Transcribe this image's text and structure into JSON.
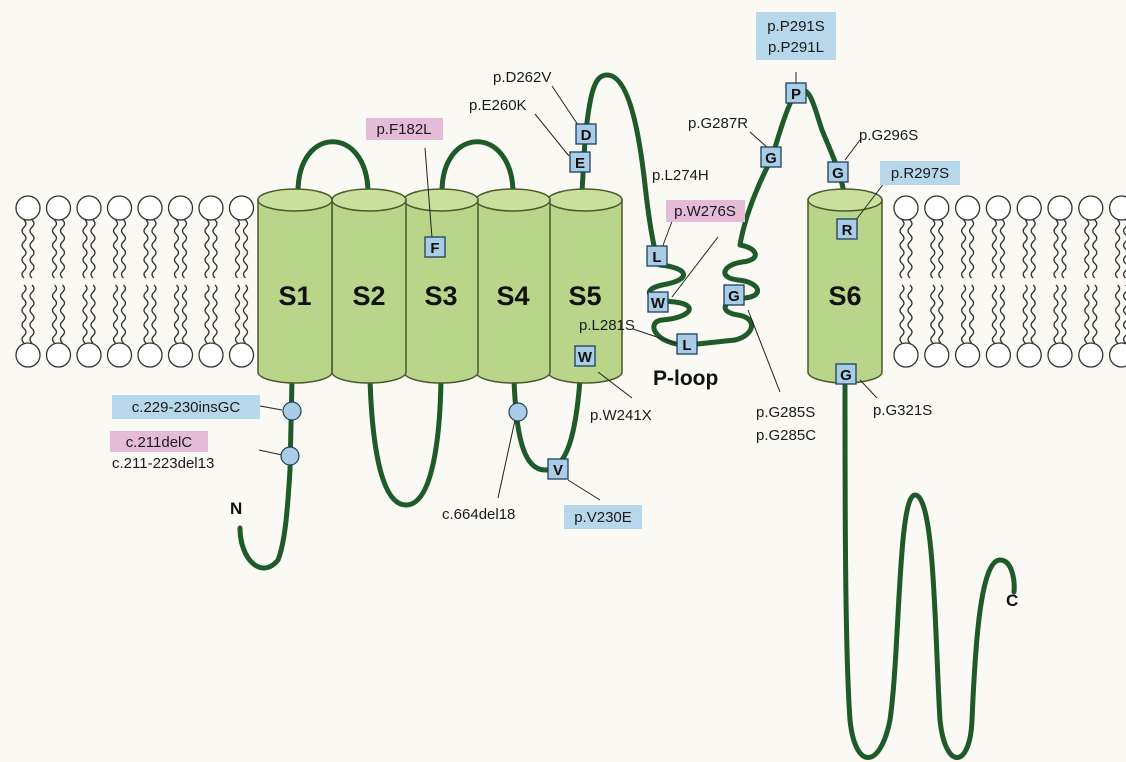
{
  "colors": {
    "background": "#faf9f4",
    "helix_fill": "#b9d58a",
    "helix_stroke": "#4a5a2a",
    "backbone": "#1e5a2a",
    "lipid_head": "#ffffff",
    "residue_box": "#a9cde6",
    "mutation_blue": "#b7d8ea",
    "mutation_pink": "#e4bcd7",
    "variant_dot": "#a9cde6"
  },
  "segments": [
    "S1",
    "S2",
    "S3",
    "S4",
    "S5",
    "S6"
  ],
  "regions": {
    "p_loop": "P-loop"
  },
  "termini": {
    "n": "N",
    "c": "C"
  },
  "residues": {
    "f182": "F",
    "d262": "D",
    "e260": "E",
    "l274": "L",
    "w276": "W",
    "l281": "L",
    "w241": "W",
    "v230": "V",
    "g285": "G",
    "g287": "G",
    "p291": "P",
    "g296": "G",
    "r297": "R",
    "g321": "G"
  },
  "mutations": {
    "f182l": "p.F182L",
    "d262v": "p.D262V",
    "e260k": "p.E260K",
    "l274h": "p.L274H",
    "w276s": "p.W276S",
    "l281s": "p.L281S",
    "w241x": "p.W241X",
    "v230e": "p.V230E",
    "g287r": "p.G287R",
    "p291s": "p.P291S",
    "p291l": "p.P291L",
    "g296s": "p.G296S",
    "r297s": "p.R297S",
    "g285s": "p.G285S",
    "g285c": "p.G285C",
    "g321s": "p.G321S",
    "c229_230insgc": "c.229-230insGC",
    "c211delc": "c.211delC",
    "c211_223del13": "c.211-223del13",
    "c664del18": "c.664del18"
  }
}
